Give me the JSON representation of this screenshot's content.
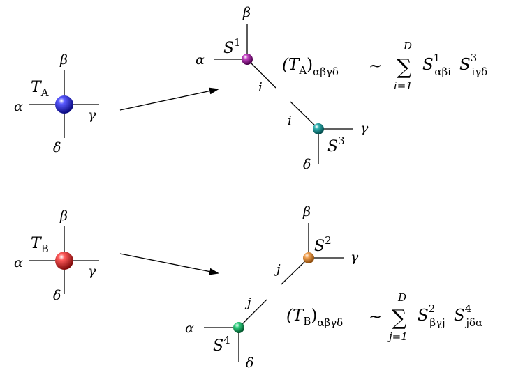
{
  "colors": {
    "tensor_A": "#1f1fd6",
    "tensor_B": "#d61f1f",
    "S1": "#8a1a8a",
    "S2": "#e08a2a",
    "S3": "#1a8a8a",
    "S4": "#12a05a",
    "lines": "#000000"
  },
  "tensor_A": {
    "name": "T",
    "sub": "A",
    "legs": {
      "left": "α",
      "top": "β",
      "right": "γ",
      "bottom": "δ"
    }
  },
  "tensor_B": {
    "name": "T",
    "sub": "B",
    "legs": {
      "left": "α",
      "top": "β",
      "right": "γ",
      "bottom": "δ"
    }
  },
  "decomp_A": {
    "S1": {
      "name": "S",
      "sup": "1",
      "legs": {
        "left": "α",
        "top": "β",
        "bond": "i"
      }
    },
    "S3": {
      "name": "S",
      "sup": "3",
      "legs": {
        "bond": "i",
        "right": "γ",
        "bottom": "δ"
      }
    },
    "formula": {
      "lhs_open": "(T",
      "lhs_sub_T": "A",
      "lhs_close": ")",
      "lhs_indices": "αβγδ",
      "sim": "∼",
      "sum": "∑",
      "sum_upper": "D",
      "sum_lower": "i=1",
      "t1": "S",
      "t1_sup": "1",
      "t1_sub": "αβi",
      "t2": "S",
      "t2_sup": "3",
      "t2_sub": "iγδ"
    }
  },
  "decomp_B": {
    "S2": {
      "name": "S",
      "sup": "2",
      "legs": {
        "top": "β",
        "right": "γ",
        "bond": "j"
      }
    },
    "S4": {
      "name": "S",
      "sup": "4",
      "legs": {
        "bond": "j",
        "left": "α",
        "bottom": "δ"
      }
    },
    "formula": {
      "lhs_open": "(T",
      "lhs_sub_T": "B",
      "lhs_close": ")",
      "lhs_indices": "αβγδ",
      "sim": "∼",
      "sum": "∑",
      "sum_upper": "D",
      "sum_lower": "j=1",
      "t1": "S",
      "t1_sup": "2",
      "t1_sub": "βγj",
      "t2": "S",
      "t2_sup": "4",
      "t2_sub": "jδα"
    }
  }
}
